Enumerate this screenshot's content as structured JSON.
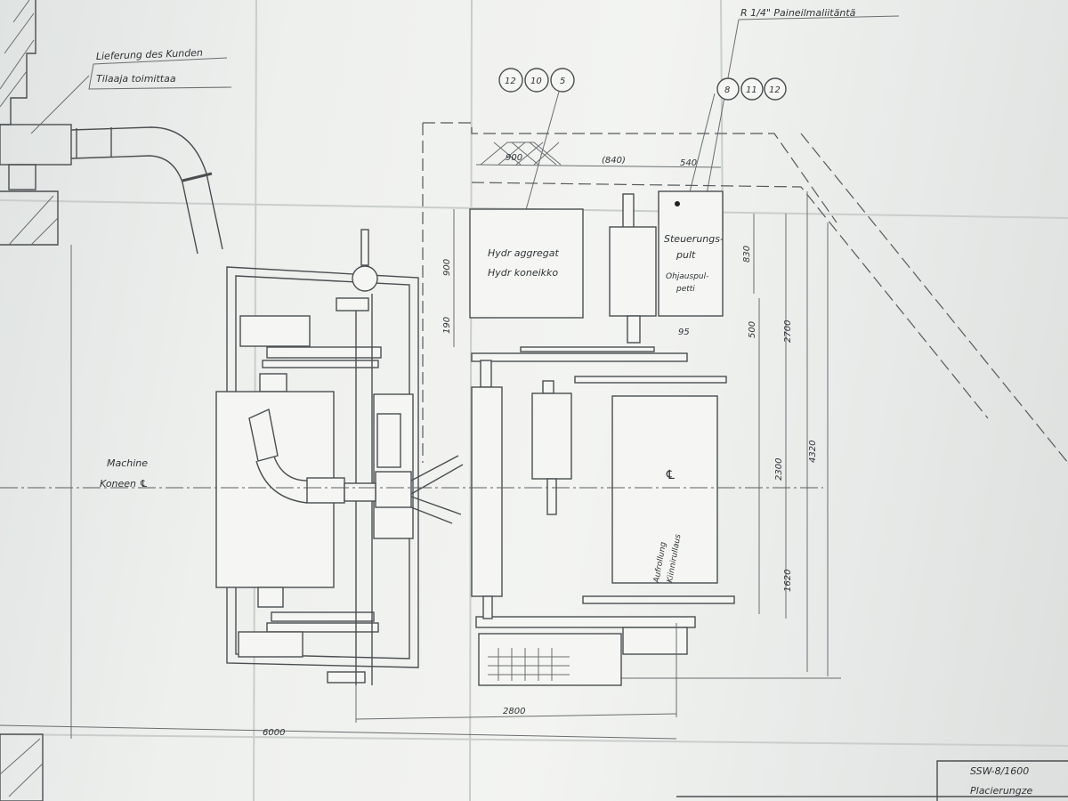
{
  "notes": {
    "customer_supply_de": "Lieferung des Kunden",
    "customer_supply_fi": "Tilaaja toimittaa",
    "air_connection": "R 1/4\" Paineilmaliitäntä",
    "machine_de": "Machine",
    "machine_fi": "Koneen ℄"
  },
  "balloons": {
    "group_a": [
      "12",
      "10",
      "5"
    ],
    "group_b": [
      "8",
      "11",
      "12"
    ]
  },
  "units": {
    "hydraulic_de": "Hydr aggregat",
    "hydraulic_fi": "Hydr koneikko",
    "control_de": "Steuerungs-",
    "control_de_2": "pult",
    "control_fi": "Ohjauspul-",
    "control_fi_2": "petti",
    "winder_de": "Aufrollung",
    "winder_fi": "Kiinnirullaus",
    "centerline": "℄"
  },
  "dimensions": {
    "d900_top": "900",
    "d840": "(840)",
    "d540": "540",
    "d900_side": "900",
    "d190": "190",
    "d95": "95",
    "d830": "830",
    "d500": "500",
    "d2700": "2700",
    "d4320": "4320",
    "d2300": "2300",
    "d1620": "1620",
    "d2800": "2800",
    "d6000": "6000"
  },
  "title_block": {
    "drawing_no": "SSW-8/1600",
    "title": "Placierungze"
  }
}
